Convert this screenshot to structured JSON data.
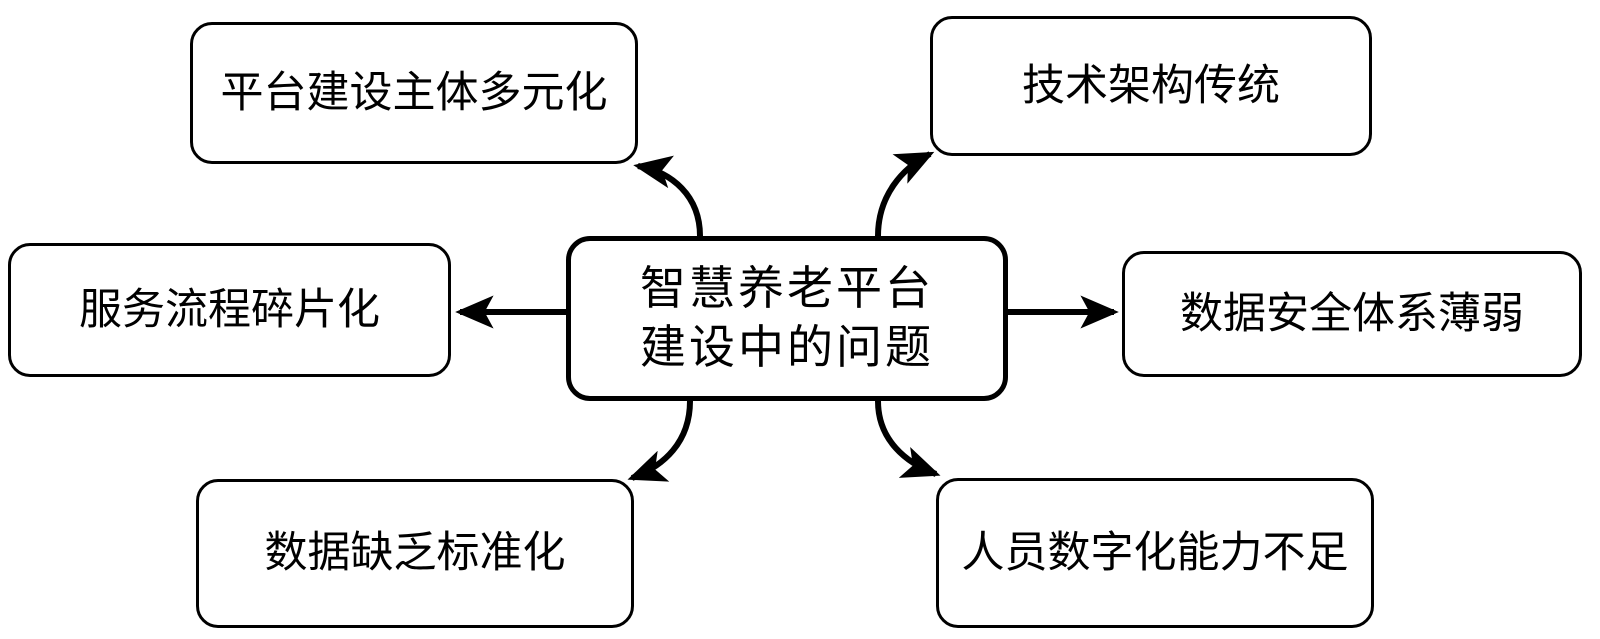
{
  "diagram": {
    "type": "mind-map",
    "title": "智慧养老平台建设中的问题",
    "center": {
      "label": "智慧养老平台\n建设中的问题",
      "border_color": "#000000",
      "fill_color": "#ffffff"
    },
    "branches": [
      {
        "id": "top-left",
        "label": "平台建设主体多元化",
        "direction": "up-left",
        "connector": "curved-arrow",
        "arrow_target": "branch"
      },
      {
        "id": "top-right",
        "label": "技术架构传统",
        "direction": "up-right",
        "connector": "curved-arrow",
        "arrow_target": "branch"
      },
      {
        "id": "mid-left",
        "label": "服务流程碎片化",
        "direction": "left",
        "connector": "straight-arrow",
        "arrow_target": "branch"
      },
      {
        "id": "mid-right",
        "label": "数据安全体系薄弱",
        "direction": "right",
        "connector": "straight-arrow",
        "arrow_target": "branch"
      },
      {
        "id": "bottom-left",
        "label": "数据缺乏标准化",
        "direction": "down-left",
        "connector": "curved-arrow",
        "arrow_target": "branch"
      },
      {
        "id": "bottom-right",
        "label": "人员数字化能力不足",
        "direction": "down-right",
        "connector": "curved-arrow",
        "arrow_target": "branch"
      }
    ],
    "colors": {
      "stroke": "#000000",
      "background": "#ffffff",
      "text": "#000000"
    }
  }
}
